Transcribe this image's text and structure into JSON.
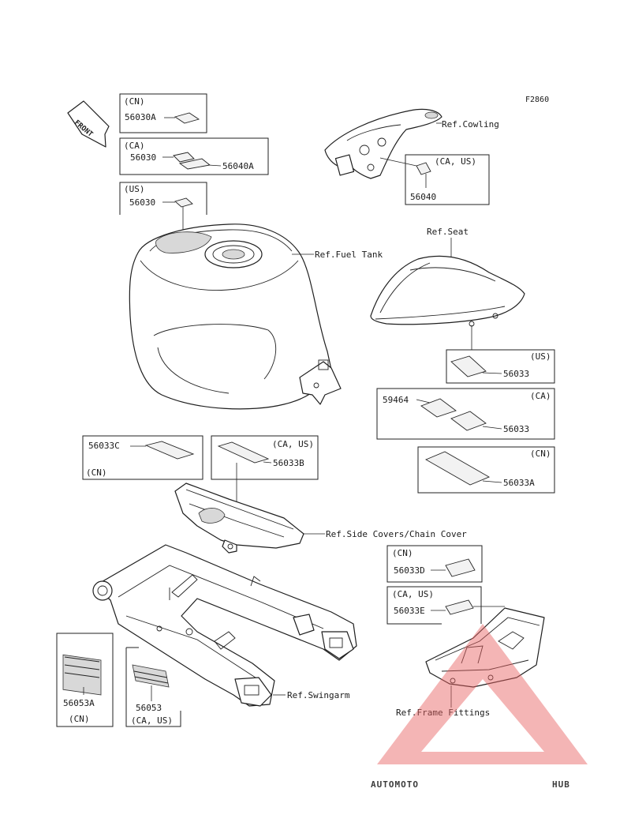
{
  "figure_code": "F2860",
  "front_indicator": "FRONT",
  "groups": {
    "cn_tank": {
      "region": "(CN)",
      "part": "56030A"
    },
    "ca_tank": {
      "region": "(CA)",
      "part_a": "56030",
      "part_b": "56040A"
    },
    "us_tank": {
      "region": "(US)",
      "part": "56030"
    },
    "cowling_label": {
      "region": "(CA, US)",
      "part": "56040"
    },
    "seat_us": {
      "region": "(US)",
      "part": "56033"
    },
    "seat_ca": {
      "region": "(CA)",
      "part_a": "59464",
      "part_b": "56033"
    },
    "seat_cn": {
      "region": "(CN)",
      "part": "56033A"
    },
    "chain_cn": {
      "region": "(CN)",
      "part": "56033C"
    },
    "chain_ca_us": {
      "region": "(CA, US)",
      "part": "56033B"
    },
    "frame_cn": {
      "region": "(CN)",
      "part": "56033D"
    },
    "frame_ca_us": {
      "region": "(CA, US)",
      "part": "56033E"
    },
    "swing_cn": {
      "region": "(CN)",
      "part": "56053A"
    },
    "swing_ca_us": {
      "region": "(CA, US)",
      "part": "56053"
    }
  },
  "references": {
    "cowling": "Ref.Cowling",
    "fuel_tank": "Ref.Fuel Tank",
    "seat": "Ref.Seat",
    "side_covers": "Ref.Side Covers/Chain Cover",
    "swingarm": "Ref.Swingarm",
    "frame_fittings": "Ref.Frame Fittings"
  },
  "watermark": {
    "prefix": "AUTOMOTO",
    "suffix": "HUB",
    "colors": {
      "prefix": "#f5c08a",
      "suffix": "#8a8f96",
      "triangle": "#e86060"
    }
  }
}
